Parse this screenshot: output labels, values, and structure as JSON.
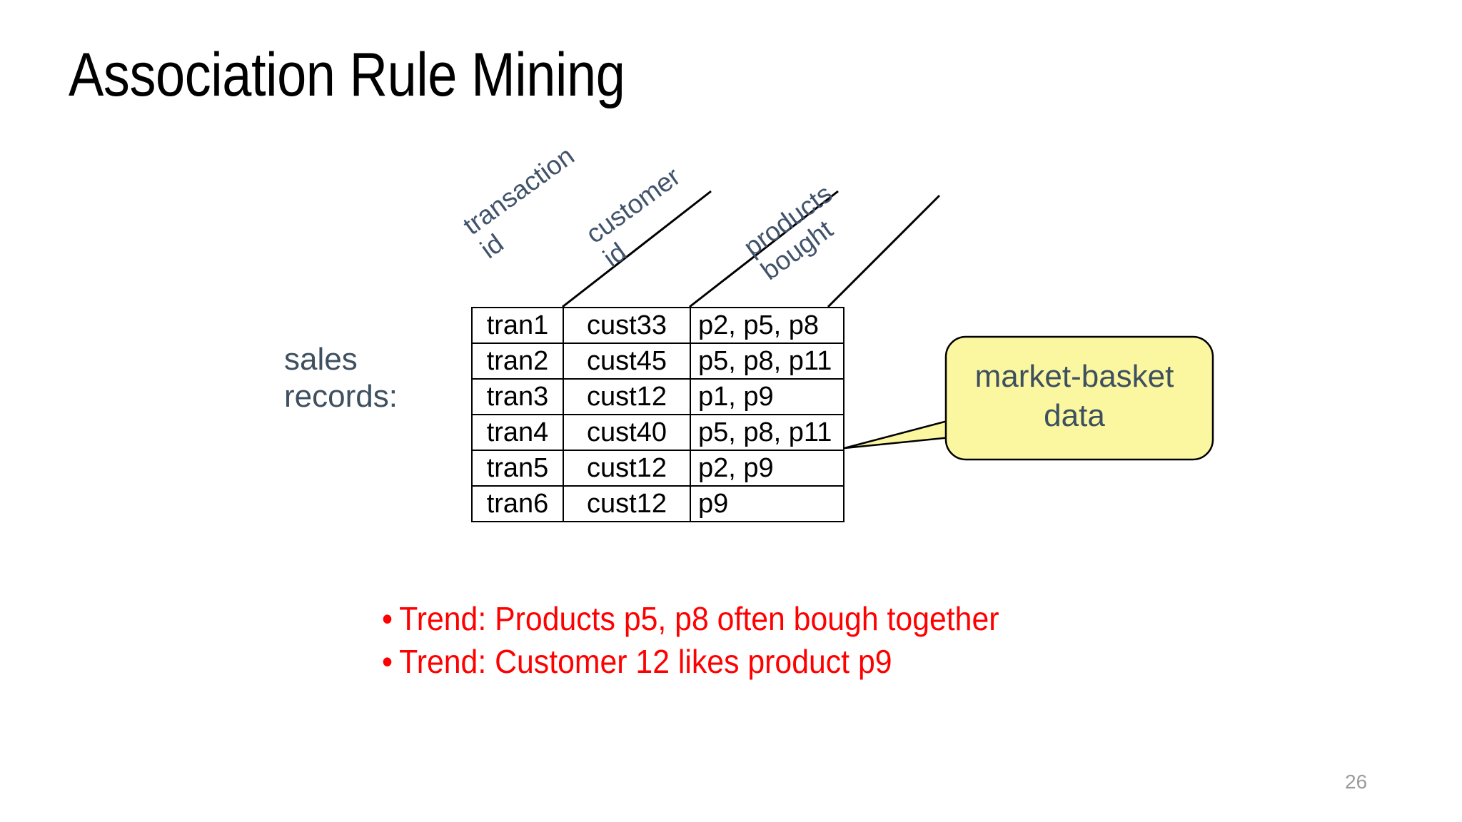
{
  "slide": {
    "title": "Association Rule Mining",
    "page_number": "26",
    "background_color": "#ffffff"
  },
  "colors": {
    "title_text": "#000000",
    "slate_text": "#3e4f5f",
    "diagonal_label_text": "#41536a",
    "trend_text": "#ff0000",
    "callout_fill": "#faf7a0",
    "callout_border": "#000000",
    "table_border": "#000000",
    "page_number_text": "#9b9b9b"
  },
  "sales_label": "sales\nrecords:",
  "diagonal_headers": [
    {
      "name": "transaction-id",
      "text": "transaction\nid"
    },
    {
      "name": "customer-id",
      "text": "customer\nid"
    },
    {
      "name": "products-bought",
      "text": "products\nbought"
    }
  ],
  "table": {
    "columns": [
      "transaction id",
      "customer id",
      "products bought"
    ],
    "rows": [
      {
        "transaction_id": "tran1",
        "customer_id": "cust33",
        "products_bought": "p2, p5, p8"
      },
      {
        "transaction_id": "tran2",
        "customer_id": "cust45",
        "products_bought": "p5, p8, p11"
      },
      {
        "transaction_id": "tran3",
        "customer_id": "cust12",
        "products_bought": "p1, p9"
      },
      {
        "transaction_id": "tran4",
        "customer_id": "cust40",
        "products_bought": "p5, p8, p11"
      },
      {
        "transaction_id": "tran5",
        "customer_id": "cust12",
        "products_bought": "p2, p9"
      },
      {
        "transaction_id": "tran6",
        "customer_id": "cust12",
        "products_bought": "p9"
      }
    ]
  },
  "callout": {
    "text": "market-basket\ndata"
  },
  "trends": [
    {
      "bullet": "•",
      "text": "Trend: Products p5, p8 often bough together"
    },
    {
      "bullet": "•",
      "text": "Trend: Customer 12 likes product p9"
    }
  ]
}
